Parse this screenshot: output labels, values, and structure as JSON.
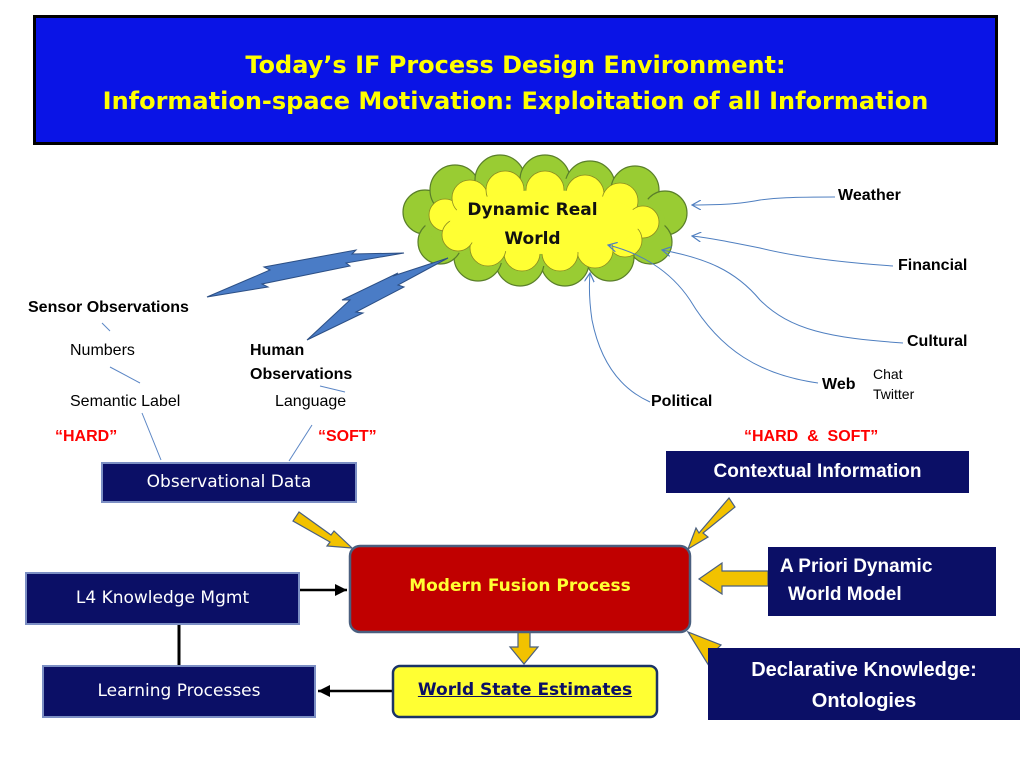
{
  "title": {
    "line1": "Today’s IF Process Design Environment:",
    "line2": "Information-space Motivation: Exploitation of all Information"
  },
  "cloud": {
    "line1": "Dynamic Real",
    "line2": "World"
  },
  "sources": {
    "weather": "Weather",
    "financial": "Financial",
    "cultural": "Cultural",
    "web": "Web",
    "chat": "Chat",
    "twitter": "Twitter",
    "political": "Political"
  },
  "observations": {
    "sensor": "Sensor Observations",
    "numbers": "Numbers",
    "semantic_label": "Semantic Label",
    "human_line1": "Human",
    "human_line2": "Observations",
    "language": "Language"
  },
  "tags": {
    "hard": "“HARD”",
    "soft": "“SOFT”",
    "hard_soft": "“HARD  &  SOFT”"
  },
  "boxes": {
    "observational_data": "Observational Data",
    "contextual_information": "Contextual Information",
    "modern_fusion": "Modern Fusion Process",
    "a_priori_line1": "A Priori Dynamic",
    "a_priori_line2": "World Model",
    "l4": "L4 Knowledge Mgmt",
    "learning": "Learning Processes",
    "world_state": "World State Estimates",
    "declarative_line1": "Declarative Knowledge:",
    "declarative_line2": "Ontologies"
  },
  "colors": {
    "title_bg": "#0a14e6",
    "title_text": "#ffff00",
    "navy_box": "#0b0f66",
    "fusion_red": "#c00000",
    "world_state_yellow": "#ffff33",
    "cloud_outer": "#99cc33",
    "cloud_inner": "#ffff33",
    "bolt_blue": "#4a7cc6",
    "arrow_gold": "#f2c200",
    "tag_red": "#ff0000"
  }
}
